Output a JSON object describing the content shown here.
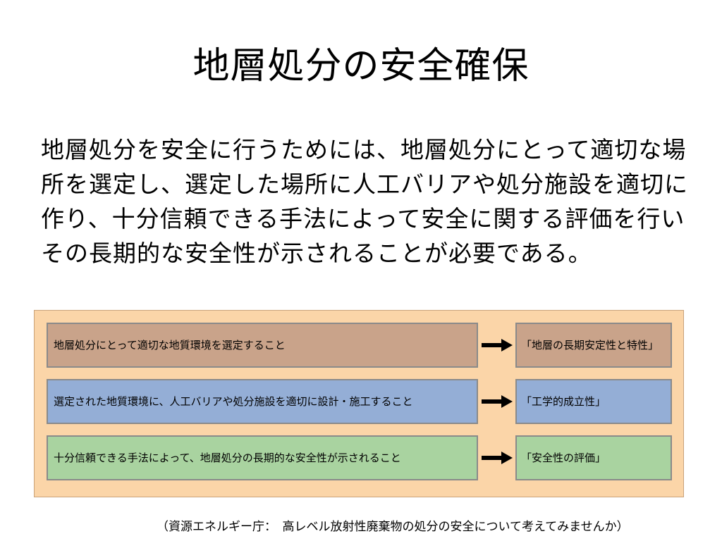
{
  "slide": {
    "title": "地層処分の安全確保",
    "body": "地層処分を安全に行うためには、地層処分にとって適切な場所を選定し、選定した場所に人工バリアや処分施設を適切に作り、十分信頼できる手法によって安全に関する評価を行いその長期的な安全性が示されることが必要である。",
    "diagram": {
      "rows": [
        {
          "condition": "地層処分にとって適切な地質環境を選定すること",
          "result": "「地層の長期安定性と特性」"
        },
        {
          "condition": "選定された地質環境に、人工バリアや処分施設を適切に設計・施工すること",
          "result": "「工学的成立性」"
        },
        {
          "condition": "十分信頼できる手法によって、地層処分の長期的な安全性が示されること",
          "result": "「安全性の評価」"
        }
      ],
      "colors": {
        "background": "#fbd5a8",
        "row1": "#c9a38a",
        "row2": "#94aed6",
        "row3": "#a9d3a0"
      },
      "arrow_icon": "right-arrow-icon"
    },
    "source": "（資源エネルギー庁：　高レベル放射性廃棄物の処分の安全について考えてみませんか）"
  }
}
